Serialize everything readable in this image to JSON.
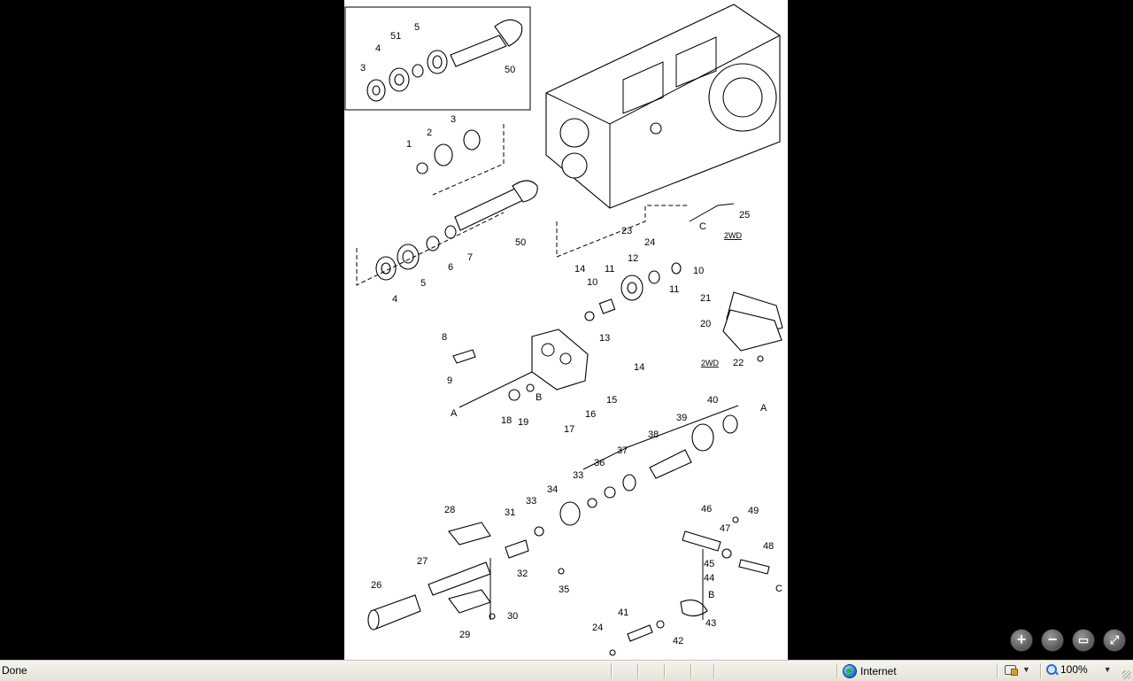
{
  "viewer": {
    "controls": [
      {
        "name": "zoom-in-button",
        "icon": "plus-icon",
        "glyph": "+"
      },
      {
        "name": "zoom-out-button",
        "icon": "minus-icon",
        "glyph": "−"
      },
      {
        "name": "save-button",
        "icon": "save-icon",
        "glyph": "▭"
      },
      {
        "name": "fit-page-button",
        "icon": "fit-icon",
        "glyph": "⤢"
      }
    ]
  },
  "diagram": {
    "labels": [
      "3",
      "4",
      "51",
      "5",
      "50",
      "1",
      "2",
      "3",
      "50",
      "7",
      "6",
      "5",
      "4",
      "25",
      "C",
      "2WD",
      "23",
      "24",
      "14",
      "11",
      "12",
      "10",
      "10",
      "11",
      "21",
      "20",
      "2WD",
      "22",
      "8",
      "13",
      "14",
      "9",
      "B",
      "15",
      "16",
      "A",
      "18",
      "19",
      "17",
      "40",
      "A",
      "39",
      "38",
      "37",
      "36",
      "33",
      "34",
      "33",
      "31",
      "28",
      "46",
      "49",
      "47",
      "48",
      "27",
      "32",
      "26",
      "30",
      "35",
      "45",
      "44",
      "B",
      "C",
      "29",
      "41",
      "43",
      "42",
      "24"
    ],
    "callout_2wd_top": "2WD",
    "callout_2wd_cover": "2WD"
  },
  "statusbar": {
    "status": "Done",
    "zone": "Internet",
    "zoom": "100%"
  }
}
